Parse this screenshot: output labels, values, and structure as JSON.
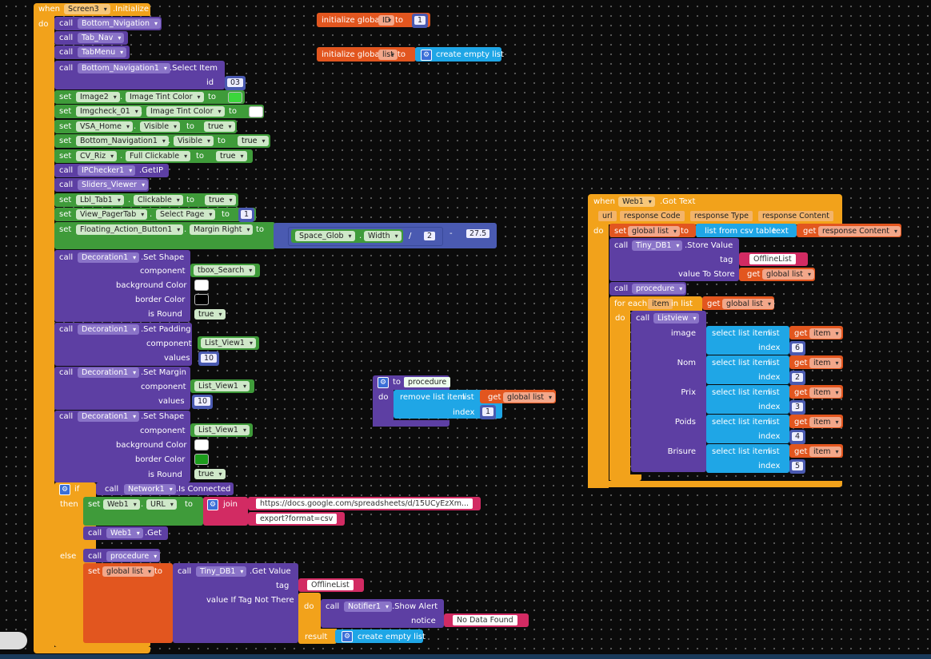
{
  "common": {
    "when": "when",
    "do": "do",
    "call": "call",
    "set": "set",
    "to": "to",
    "get": "get",
    "if": "if",
    "then": "then",
    "else": "else",
    "result": "result",
    "index": "index"
  },
  "init": {
    "screen": "Screen3",
    "event": ".Initialize"
  },
  "calls": {
    "bottom_nvigation": "Bottom_Nvigation",
    "tab_nav": "Tab_Nav",
    "tabmenu": "TabMenu",
    "bottom_navigation1": "Bottom_Navigation1",
    "select_item": ".Select Item",
    "id_label": "id",
    "id_value": "03",
    "ipchecker": "IPChecker1",
    "getip": ".GetIP",
    "sliders": "Sliders_Viewer"
  },
  "sets": {
    "image2": "Image2",
    "image_tint": "Image Tint Color",
    "imgcheck": "Imgcheck_01",
    "vsa_home": "VSA_Home",
    "visible": "Visible",
    "true": "true",
    "cv_riz": "CV_Riz",
    "full_clickable": "Full Clickable",
    "lbl_tab1": "Lbl_Tab1",
    "clickable": "Clickable",
    "view_pagertab": "View_PagerTab",
    "select_page": "Select Page",
    "page_value": "1",
    "fab": "Floating_Action_Button1",
    "margin_right": "Margin Right",
    "space_glob": "Space_Glob",
    "width": "Width",
    "div": "/",
    "two": "2",
    "minus": "-",
    "value_275": "27.5"
  },
  "decoration": {
    "name": "Decoration1",
    "set_shape": ".Set Shape",
    "set_padding": ".Set Padding",
    "set_margin": ".Set Margin",
    "component": "component",
    "background_color": "background Color",
    "border_color": "border Color",
    "is_round": "is Round",
    "values": "values",
    "tbox_search": "tbox_Search",
    "list_view1": "List_View1",
    "ten": "10"
  },
  "iff": {
    "network": "Network1",
    "is_connected": ".Is Connected",
    "web1": "Web1",
    "url": "URL",
    "join": "join",
    "url_part1": "https://docs.google.com/spreadsheets/d/15UCyEzXm...",
    "url_part2": "export?format=csv",
    "get_method": ".Get",
    "procedure": "procedure",
    "global_list": "global list",
    "tiny_db1": "Tiny_DB1",
    "get_value": ".Get Value",
    "tag": "tag",
    "offline_list": "OfflineList",
    "value_if_tag": "value If Tag Not There",
    "notifier": "Notifier1",
    "show_alert": ".Show Alert",
    "notice": "notice",
    "no_data": "No Data Found",
    "create_empty": "create empty list"
  },
  "globals": {
    "initialize": "initialize global",
    "id": "ID",
    "id_value": "1",
    "list": "list",
    "create_empty": "create empty list"
  },
  "proc": {
    "to": "to",
    "name": "procedure",
    "do": "do",
    "remove": "remove list item",
    "list": "list",
    "get_global_list": "global list",
    "index": "index",
    "one": "1"
  },
  "gottext": {
    "web1": "Web1",
    "event": ".Got Text",
    "params": [
      "url",
      "response Code",
      "response Type",
      "response Content"
    ],
    "list_from_csv": "list from csv table",
    "text": "text",
    "response_content": "response Content",
    "tiny_db1": "Tiny_DB1",
    "store_value": ".Store Value",
    "tag": "tag",
    "offline_list": "OfflineList",
    "value_to_store": "value To Store",
    "global_list": "global list",
    "procedure": "procedure",
    "for_each": "for each",
    "item": "item",
    "in_list": "in list",
    "listview": "Listview",
    "select_list_item": "select list item",
    "list": "list",
    "fields": [
      {
        "label": "image",
        "index": "6"
      },
      {
        "label": "Nom",
        "index": "2"
      },
      {
        "label": "Prix",
        "index": "3"
      },
      {
        "label": "Poids",
        "index": "4"
      },
      {
        "label": "Brisure",
        "index": "5"
      }
    ]
  },
  "colors": {
    "event": "#f2a21b",
    "component": "#5d3fa3",
    "setter": "#3f9b3a",
    "variable": "#e2561f",
    "list": "#1fa6e6",
    "text": "#d22b63",
    "math": "#4a5ab1",
    "green_swatch": "#3bd63b",
    "white_swatch": "#ffffff",
    "black_swatch": "#000000",
    "dark_green_swatch": "#1c9c1c"
  }
}
